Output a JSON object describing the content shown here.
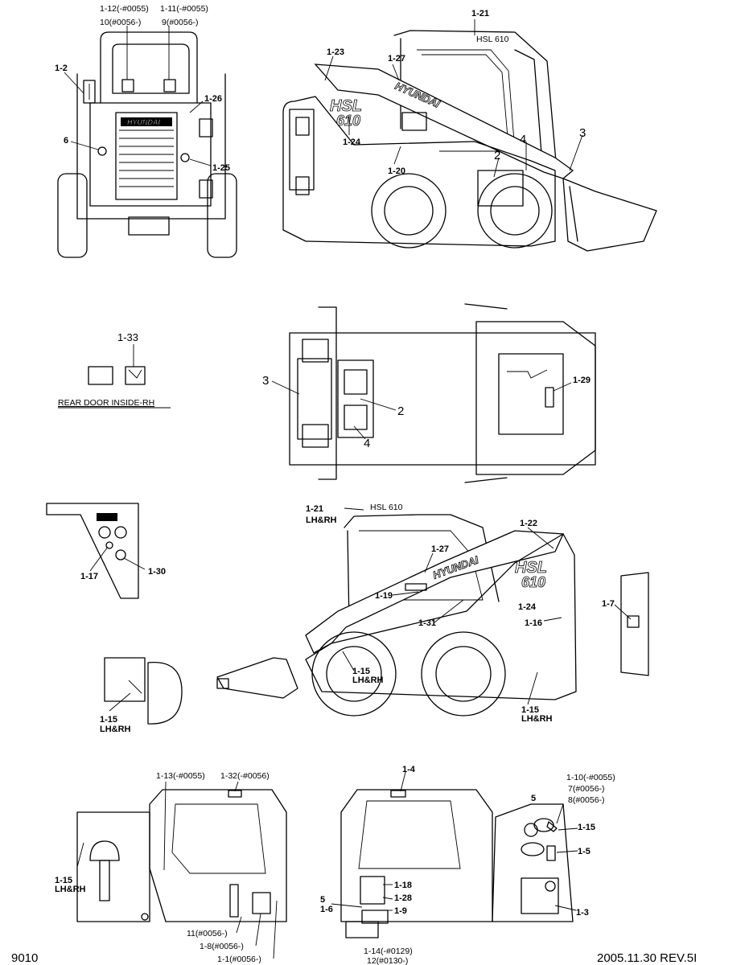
{
  "views": {
    "rear": {
      "labels": [
        "1-12(-#0055)",
        "10(#0056-)",
        "1-11(-#0055)",
        "9(#0056-)",
        "1-2",
        "1-26",
        "6",
        "1-25"
      ],
      "logo": "HYUNDAI"
    },
    "side_right": {
      "labels": [
        "1-21",
        "1-23",
        "1-27",
        "1-24",
        "1-20",
        "2",
        "4",
        "3"
      ],
      "cab_tag": "HSL 610",
      "brand": "HSL",
      "model": "610",
      "boom_logo": "HYUNDAI"
    },
    "door_inside": {
      "label": "1-33",
      "caption": "REAR DOOR INSIDE-RH"
    },
    "top": {
      "labels": [
        "3",
        "2",
        "4",
        "1-29"
      ]
    },
    "side_left": {
      "labels": [
        "1-21",
        "LH&RH",
        "1-22",
        "1-27",
        "1-19",
        "1-31",
        "1-24",
        "1-16",
        "1-15",
        "LH&RH",
        "1-15",
        "LH&RH",
        "1-7"
      ],
      "cab_tag": "HSL 610",
      "brand": "HSL",
      "model": "610",
      "boom_logo": "HYUNDAI"
    },
    "panel_detail": {
      "labels": [
        "1-17",
        "1-30"
      ]
    },
    "wheel_detail": {
      "labels": [
        "1-15",
        "LH&RH"
      ]
    },
    "cab_interior_left": {
      "labels": [
        "1-13(-#0055)",
        "1-32(-#0056)",
        "1-15",
        "LH&RH",
        "11(#0056-)",
        "1-8(#0056-)",
        "1-1(#0056-)"
      ]
    },
    "cab_interior_right": {
      "labels": [
        "1-4",
        "1-18",
        "5",
        "1-6",
        "1-28",
        "1-9",
        "1-14(-#0129)",
        "12(#0130-)"
      ]
    },
    "cab_side_panel": {
      "labels": [
        "1-10(-#0055)",
        "7(#0056-)",
        "8(#0056-)",
        "5",
        "1-15",
        "1-5",
        "1-3"
      ]
    }
  },
  "footer": {
    "left": "9010",
    "right": "2005.11.30 REV.5I"
  }
}
